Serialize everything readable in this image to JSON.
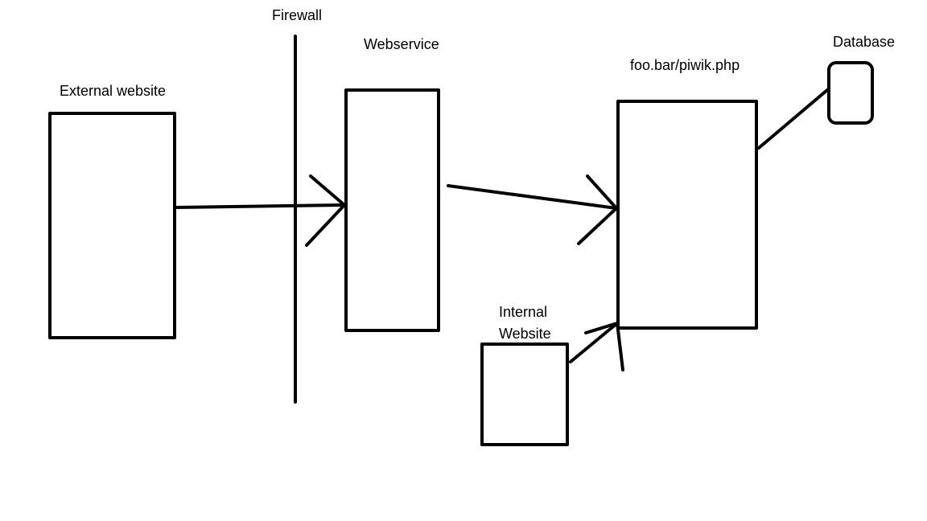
{
  "labels": {
    "firewall": "Firewall",
    "webservice": "Webservice",
    "external_website": "External website",
    "endpoint": "foo.bar/piwik.php",
    "database": "Database",
    "internal_website_line1": "Internal",
    "internal_website_line2": "Website"
  },
  "style": {
    "stroke": "#000000",
    "background": "#ffffff"
  }
}
